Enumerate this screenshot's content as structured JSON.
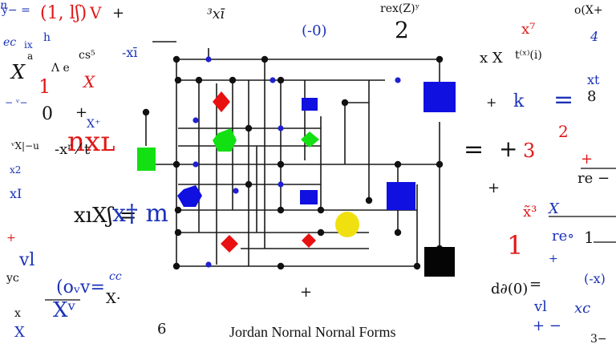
{
  "caption": "Jordan Nornal Nornal Forms",
  "colors": {
    "wire": "#1a1a1a",
    "node": "#111111",
    "blue_node": "#2020d0",
    "red": "#e81010",
    "green": "#12e012",
    "blue": "#1010e0",
    "yellow": "#f0e010",
    "black": "#050505",
    "ink_red": "#e01818",
    "ink_blue": "#1a32b8"
  },
  "scribbles": [
    {
      "text": "y− =",
      "cls": "b"
    },
    {
      "text": "(1, lʃ)",
      "cls": "r"
    },
    {
      "text": "V",
      "cls": "r"
    },
    {
      "text": "+",
      "cls": "k"
    },
    {
      "text": "³xī",
      "cls": "k i"
    },
    {
      "text": "(-0)",
      "cls": "b"
    },
    {
      "text": "rex(Z)ʸ",
      "cls": "k"
    },
    {
      "text": "2",
      "cls": "k"
    },
    {
      "text": "o(X+",
      "cls": "k"
    },
    {
      "text": "x⁷",
      "cls": "r"
    },
    {
      "text": "ec",
      "cls": "b i"
    },
    {
      "text": "ix",
      "cls": "b"
    },
    {
      "text": "a",
      "cls": "k"
    },
    {
      "text": "X",
      "cls": "k i"
    },
    {
      "text": "Λ e",
      "cls": "k"
    },
    {
      "text": "cs⁵",
      "cls": "k"
    },
    {
      "text": "-xī",
      "cls": "b"
    },
    {
      "text": "4",
      "cls": "b i"
    },
    {
      "text": "x X",
      "cls": "k"
    },
    {
      "text": "t⁽ˣ⁾(i)",
      "cls": "k"
    },
    {
      "text": "1",
      "cls": "r"
    },
    {
      "text": "X",
      "cls": "r i"
    },
    {
      "text": "xt",
      "cls": "b"
    },
    {
      "text": "− ᵛ−",
      "cls": "b"
    },
    {
      "text": "0",
      "cls": "k"
    },
    {
      "text": "+",
      "cls": "k"
    },
    {
      "text": "+",
      "cls": "k"
    },
    {
      "text": "k",
      "cls": "b"
    },
    {
      "text": "=",
      "cls": "b"
    },
    {
      "text": "8",
      "cls": "k"
    },
    {
      "text": "X⁺",
      "cls": "b"
    },
    {
      "text": "nxʟ",
      "cls": "r"
    },
    {
      "text": "2",
      "cls": "r"
    },
    {
      "text": "ᵛX|−u",
      "cls": "k"
    },
    {
      "text": "-xʳ ⁄ t",
      "cls": "k"
    },
    {
      "text": "=",
      "cls": "k"
    },
    {
      "text": "+",
      "cls": "k"
    },
    {
      "text": "3",
      "cls": "r"
    },
    {
      "text": "+",
      "cls": "r"
    },
    {
      "text": "x2",
      "cls": "b"
    },
    {
      "text": "re −",
      "cls": "k"
    },
    {
      "text": "xI",
      "cls": "b"
    },
    {
      "text": "xıXʃ =",
      "cls": "k"
    },
    {
      "text": "+",
      "cls": "k"
    },
    {
      "text": "x̃³",
      "cls": "r"
    },
    {
      "text": "X",
      "cls": "b i"
    },
    {
      "text": "x† m",
      "cls": "b"
    },
    {
      "text": "+",
      "cls": "r"
    },
    {
      "text": "1",
      "cls": "r"
    },
    {
      "text": "re∘",
      "cls": "b"
    },
    {
      "text": "1",
      "cls": "k"
    },
    {
      "text": "vl",
      "cls": "b"
    },
    {
      "text": "+",
      "cls": "b"
    },
    {
      "text": "yᴄ",
      "cls": "k"
    },
    {
      "text": "(oᵥv=",
      "cls": "b"
    },
    {
      "text": "cc",
      "cls": "b i"
    },
    {
      "text": "+",
      "cls": "k"
    },
    {
      "text": "d∂(0)",
      "cls": "k"
    },
    {
      "text": "=",
      "cls": "k"
    },
    {
      "text": "(-x)",
      "cls": "b"
    },
    {
      "text": "x",
      "cls": "k"
    },
    {
      "text": "Xᵛ",
      "cls": "b"
    },
    {
      "text": "vl",
      "cls": "b"
    },
    {
      "text": "xc",
      "cls": "b i"
    },
    {
      "text": "6",
      "cls": "k"
    },
    {
      "text": "X",
      "cls": "b"
    },
    {
      "text": "+ −",
      "cls": "b"
    },
    {
      "text": "3−",
      "cls": "k"
    },
    {
      "text": "X·",
      "cls": "k"
    },
    {
      "text": "h",
      "cls": "b"
    },
    {
      "text": "n",
      "cls": "b i"
    }
  ]
}
